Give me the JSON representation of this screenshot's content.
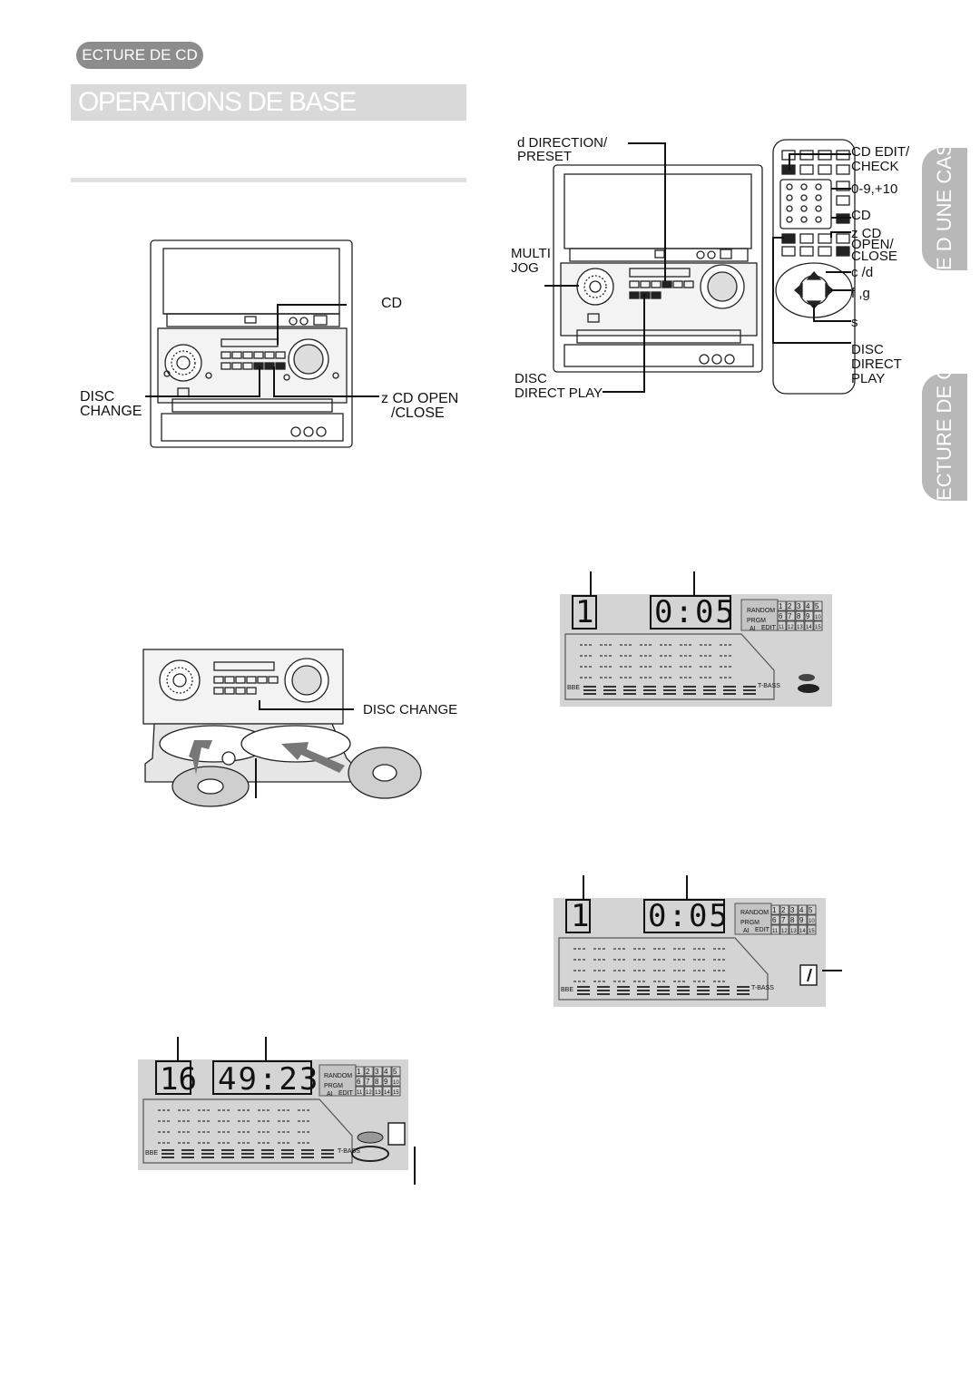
{
  "header": {
    "section_tab": "ECTURE DE CD",
    "title": "OPERATIONS DE BASE"
  },
  "side_tabs": {
    "cassette": "E D UNE CASS",
    "cd": "ECTURE DE CD"
  },
  "fig_main_unit": {
    "cd": "CD",
    "disc_change": [
      "DISC",
      "CHANGE"
    ],
    "cd_open_close": [
      "z  CD OPEN",
      "/CLOSE"
    ]
  },
  "fig_remote": {
    "direction_preset": [
      "d      DIRECTION/",
      "PRESET"
    ],
    "multi_jog": [
      "MULTI",
      "JOG"
    ],
    "disc_direct_play_unit": [
      "DISC",
      "DIRECT PLAY"
    ],
    "cd_edit_check": [
      "CD EDIT/",
      "CHECK"
    ],
    "numbers": "0-9,+10",
    "cd": "CD",
    "cd_open_close": [
      "z  CD",
      "OPEN/",
      "CLOSE"
    ],
    "skip": "c  /d",
    "search": "f       ,g",
    "stop": "s",
    "disc_direct_play_remote": [
      "DISC",
      "DIRECT",
      "PLAY"
    ]
  },
  "fig_tray": {
    "disc_change": "DISC CHANGE"
  },
  "displays": [
    {
      "track": "1",
      "time": "0:05",
      "random": "RANDOM",
      "prgm": "PRGM",
      "ai": "AI",
      "edit": "EDIT",
      "bbe": "BBE",
      "tbass": "T-BASS"
    },
    {
      "track": "1",
      "time": "0:05",
      "random": "RANDOM",
      "prgm": "PRGM",
      "ai": "AI",
      "edit": "EDIT",
      "bbe": "BBE",
      "tbass": "T-BASS"
    },
    {
      "track": "16",
      "time": "49:23",
      "random": "RANDOM",
      "prgm": "PRGM",
      "ai": "AI",
      "edit": "EDIT",
      "bbe": "BBE",
      "tbass": "T-BASS"
    }
  ],
  "disc_grid": [
    "1",
    "2",
    "3",
    "4",
    "5",
    "6",
    "7",
    "8",
    "9",
    "10",
    "11",
    "12",
    "13",
    "14",
    "15"
  ]
}
